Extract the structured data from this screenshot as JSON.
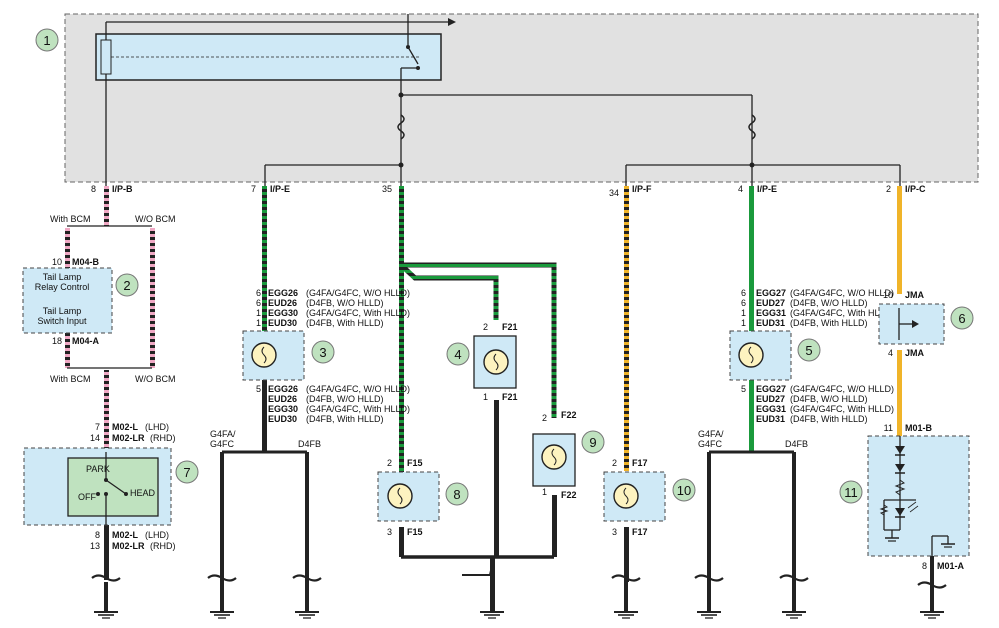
{
  "components": [
    {
      "number": "1"
    },
    {
      "number": "2"
    },
    {
      "number": "3"
    },
    {
      "number": "4"
    },
    {
      "number": "5"
    },
    {
      "number": "6"
    },
    {
      "number": "7"
    },
    {
      "number": "8"
    },
    {
      "number": "9"
    },
    {
      "number": "10"
    },
    {
      "number": "11"
    }
  ],
  "connectors": {
    "ip_b": {
      "pin": "8",
      "name": "I/P-B"
    },
    "ip_e1": {
      "pin": "7",
      "name": "I/P-E"
    },
    "pin35": "35",
    "ip_f": {
      "pin": "34",
      "name": "I/P-F"
    },
    "ip_e2": {
      "pin": "4",
      "name": "I/P-E"
    },
    "ip_c": {
      "pin": "2",
      "name": "I/P-C"
    },
    "m04b": {
      "pin": "10",
      "name": "M04-B"
    },
    "m04a": {
      "pin": "18",
      "name": "M04-A"
    },
    "m02_top": {
      "pin1": "7",
      "name1": "M02-L",
      "suffix1": "(LHD)",
      "pin2": "14",
      "name2": "M02-LR",
      "suffix2": "(RHD)"
    },
    "m02_bot": {
      "pin1": "8",
      "name1": "M02-L",
      "suffix1": "(LHD)",
      "pin2": "13",
      "name2": "M02-LR",
      "suffix2": "(RHD)"
    },
    "f21_top": {
      "pin": "2",
      "name": "F21"
    },
    "f21_bot": {
      "pin": "1",
      "name": "F21"
    },
    "f22_top": {
      "pin": "2",
      "name": "F22"
    },
    "f22_bot": {
      "pin": "1",
      "name": "F22"
    },
    "f15_top": {
      "pin": "2",
      "name": "F15"
    },
    "f15_bot": {
      "pin": "3",
      "name": "F15"
    },
    "f17_top": {
      "pin": "2",
      "name": "F17"
    },
    "f17_bot": {
      "pin": "3",
      "name": "F17"
    },
    "jma_top": {
      "pin": "10",
      "name": "JMA"
    },
    "jma_bot": {
      "pin": "4",
      "name": "JMA"
    },
    "m01b": {
      "pin": "11",
      "name": "M01-B"
    },
    "m01a": {
      "pin": "8",
      "name": "M01-A"
    }
  },
  "labels": {
    "with_bcm": "With BCM",
    "wo_bcm": "W/O BCM",
    "tail_relay_1": "Tail Lamp",
    "tail_relay_2": "Relay Control",
    "tail_switch_1": "Tail Lamp",
    "tail_switch_2": "Switch Input",
    "park": "PARK",
    "off": "OFF",
    "head": "HEAD",
    "g4fa_1": "G4FA/",
    "g4fa_2": "G4FC",
    "d4fb": "D4FB"
  },
  "variants_left_top": [
    {
      "pin": "6",
      "code": "EGG26",
      "desc": "(G4FA/G4FC, W/O HLLD)"
    },
    {
      "pin": "6",
      "code": "EUD26",
      "desc": "(D4FB, W/O HLLD)"
    },
    {
      "pin": "1",
      "code": "EGG30",
      "desc": "(G4FA/G4FC, With HLLD)"
    },
    {
      "pin": "1",
      "code": "EUD30",
      "desc": "(D4FB, With HLLD)"
    }
  ],
  "variants_left_bottom": [
    {
      "pin": "5",
      "code": "EGG26",
      "desc": "(G4FA/G4FC, W/O HLLD)"
    },
    {
      "pin": "",
      "code": "EUD26",
      "desc": "(D4FB, W/O HLLD)"
    },
    {
      "pin": "",
      "code": "EGG30",
      "desc": "(G4FA/G4FC, With HLLD)"
    },
    {
      "pin": "",
      "code": "EUD30",
      "desc": "(D4FB, With HLLD)"
    }
  ],
  "variants_right_top": [
    {
      "pin": "6",
      "code": "EGG27",
      "desc": "(G4FA/G4FC, W/O HLLD)"
    },
    {
      "pin": "6",
      "code": "EUD27",
      "desc": "(D4FB, W/O HLLD)"
    },
    {
      "pin": "1",
      "code": "EGG31",
      "desc": "(G4FA/G4FC, With HLLD)"
    },
    {
      "pin": "1",
      "code": "EUD31",
      "desc": "(D4FB, With HLLD)"
    }
  ],
  "variants_right_bottom": [
    {
      "pin": "5",
      "code": "EGG27",
      "desc": "(G4FA/G4FC, W/O HLLD)"
    },
    {
      "pin": "",
      "code": "EUD27",
      "desc": "(D4FB, W/O HLLD)"
    },
    {
      "pin": "",
      "code": "EGG31",
      "desc": "(G4FA/G4FC, With HLLD)"
    },
    {
      "pin": "",
      "code": "EUD31",
      "desc": "(D4FB, With HLLD)"
    }
  ],
  "colors": {
    "panel": "#e1e1e1",
    "box": "#cfe9f6",
    "circle": "#bfe2bf",
    "green": "#1a9a3c",
    "pink": "#f0a8c4",
    "orange": "#f0b429",
    "black": "#222222"
  }
}
